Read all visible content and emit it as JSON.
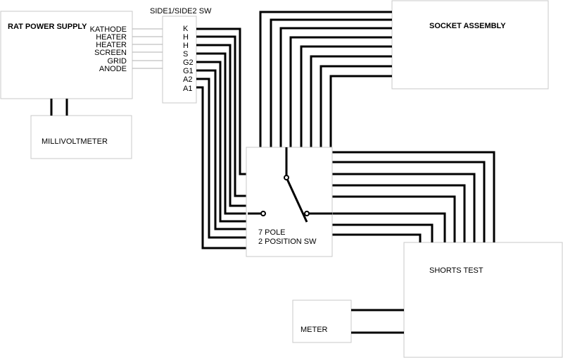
{
  "power_supply": {
    "title": "RAT POWER SUPPLY",
    "outputs": [
      "KATHODE",
      "HEATER",
      "HEATER",
      "SCREEN",
      "GRID",
      "ANODE"
    ]
  },
  "side_switch": {
    "title": "SIDE1/SIDE2 SW",
    "terminals": [
      "K",
      "H",
      "H",
      "S",
      "G2",
      "G1",
      "A2",
      "A1"
    ]
  },
  "socket_assembly": {
    "title": "SOCKET ASSEMBLY"
  },
  "millivoltmeter": {
    "title": "MILLIVOLTMETER"
  },
  "pole_switch": {
    "line1": "7 POLE",
    "line2": "2 POSITION SW"
  },
  "shorts_test": {
    "title": "SHORTS TEST"
  },
  "meter": {
    "title": "METER"
  }
}
